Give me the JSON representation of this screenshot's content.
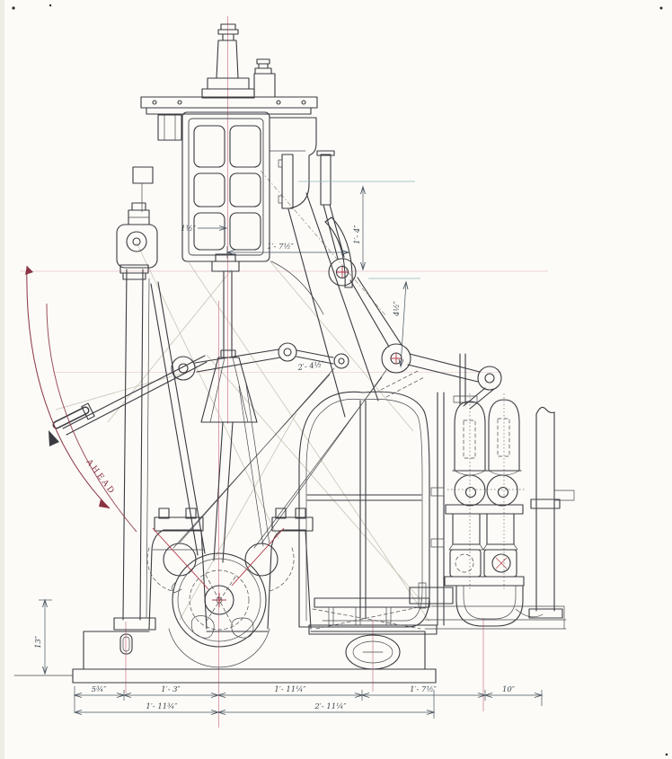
{
  "colors": {
    "paper": "#fcfbf7",
    "ink": "#3a3a40",
    "centerline_pink": "#d4889a",
    "accent_crimson": "#b13848",
    "quadrant_maroon": "#8a3342",
    "dimension_ink": "#47525e",
    "guide_teal": "#8fb6bb",
    "graphite_construction": "#c8c3b7"
  },
  "annotations": {
    "direction_label": "AHEAD"
  },
  "dimensions": {
    "top_width": "1′- 7½″",
    "door_offset": "1½″",
    "rod_length": "2′- 4½″",
    "exhaust_drop": "1′- 4″",
    "rocker_drop": "4½″",
    "base_height": "13″",
    "bottom_row_upper": [
      "5¾″",
      "1′- 3″",
      "1′- 11¼″",
      "1′- 7½″",
      "10″"
    ],
    "bottom_row_lower": [
      "1′- 11¾″",
      "2′- 11¼″"
    ]
  }
}
